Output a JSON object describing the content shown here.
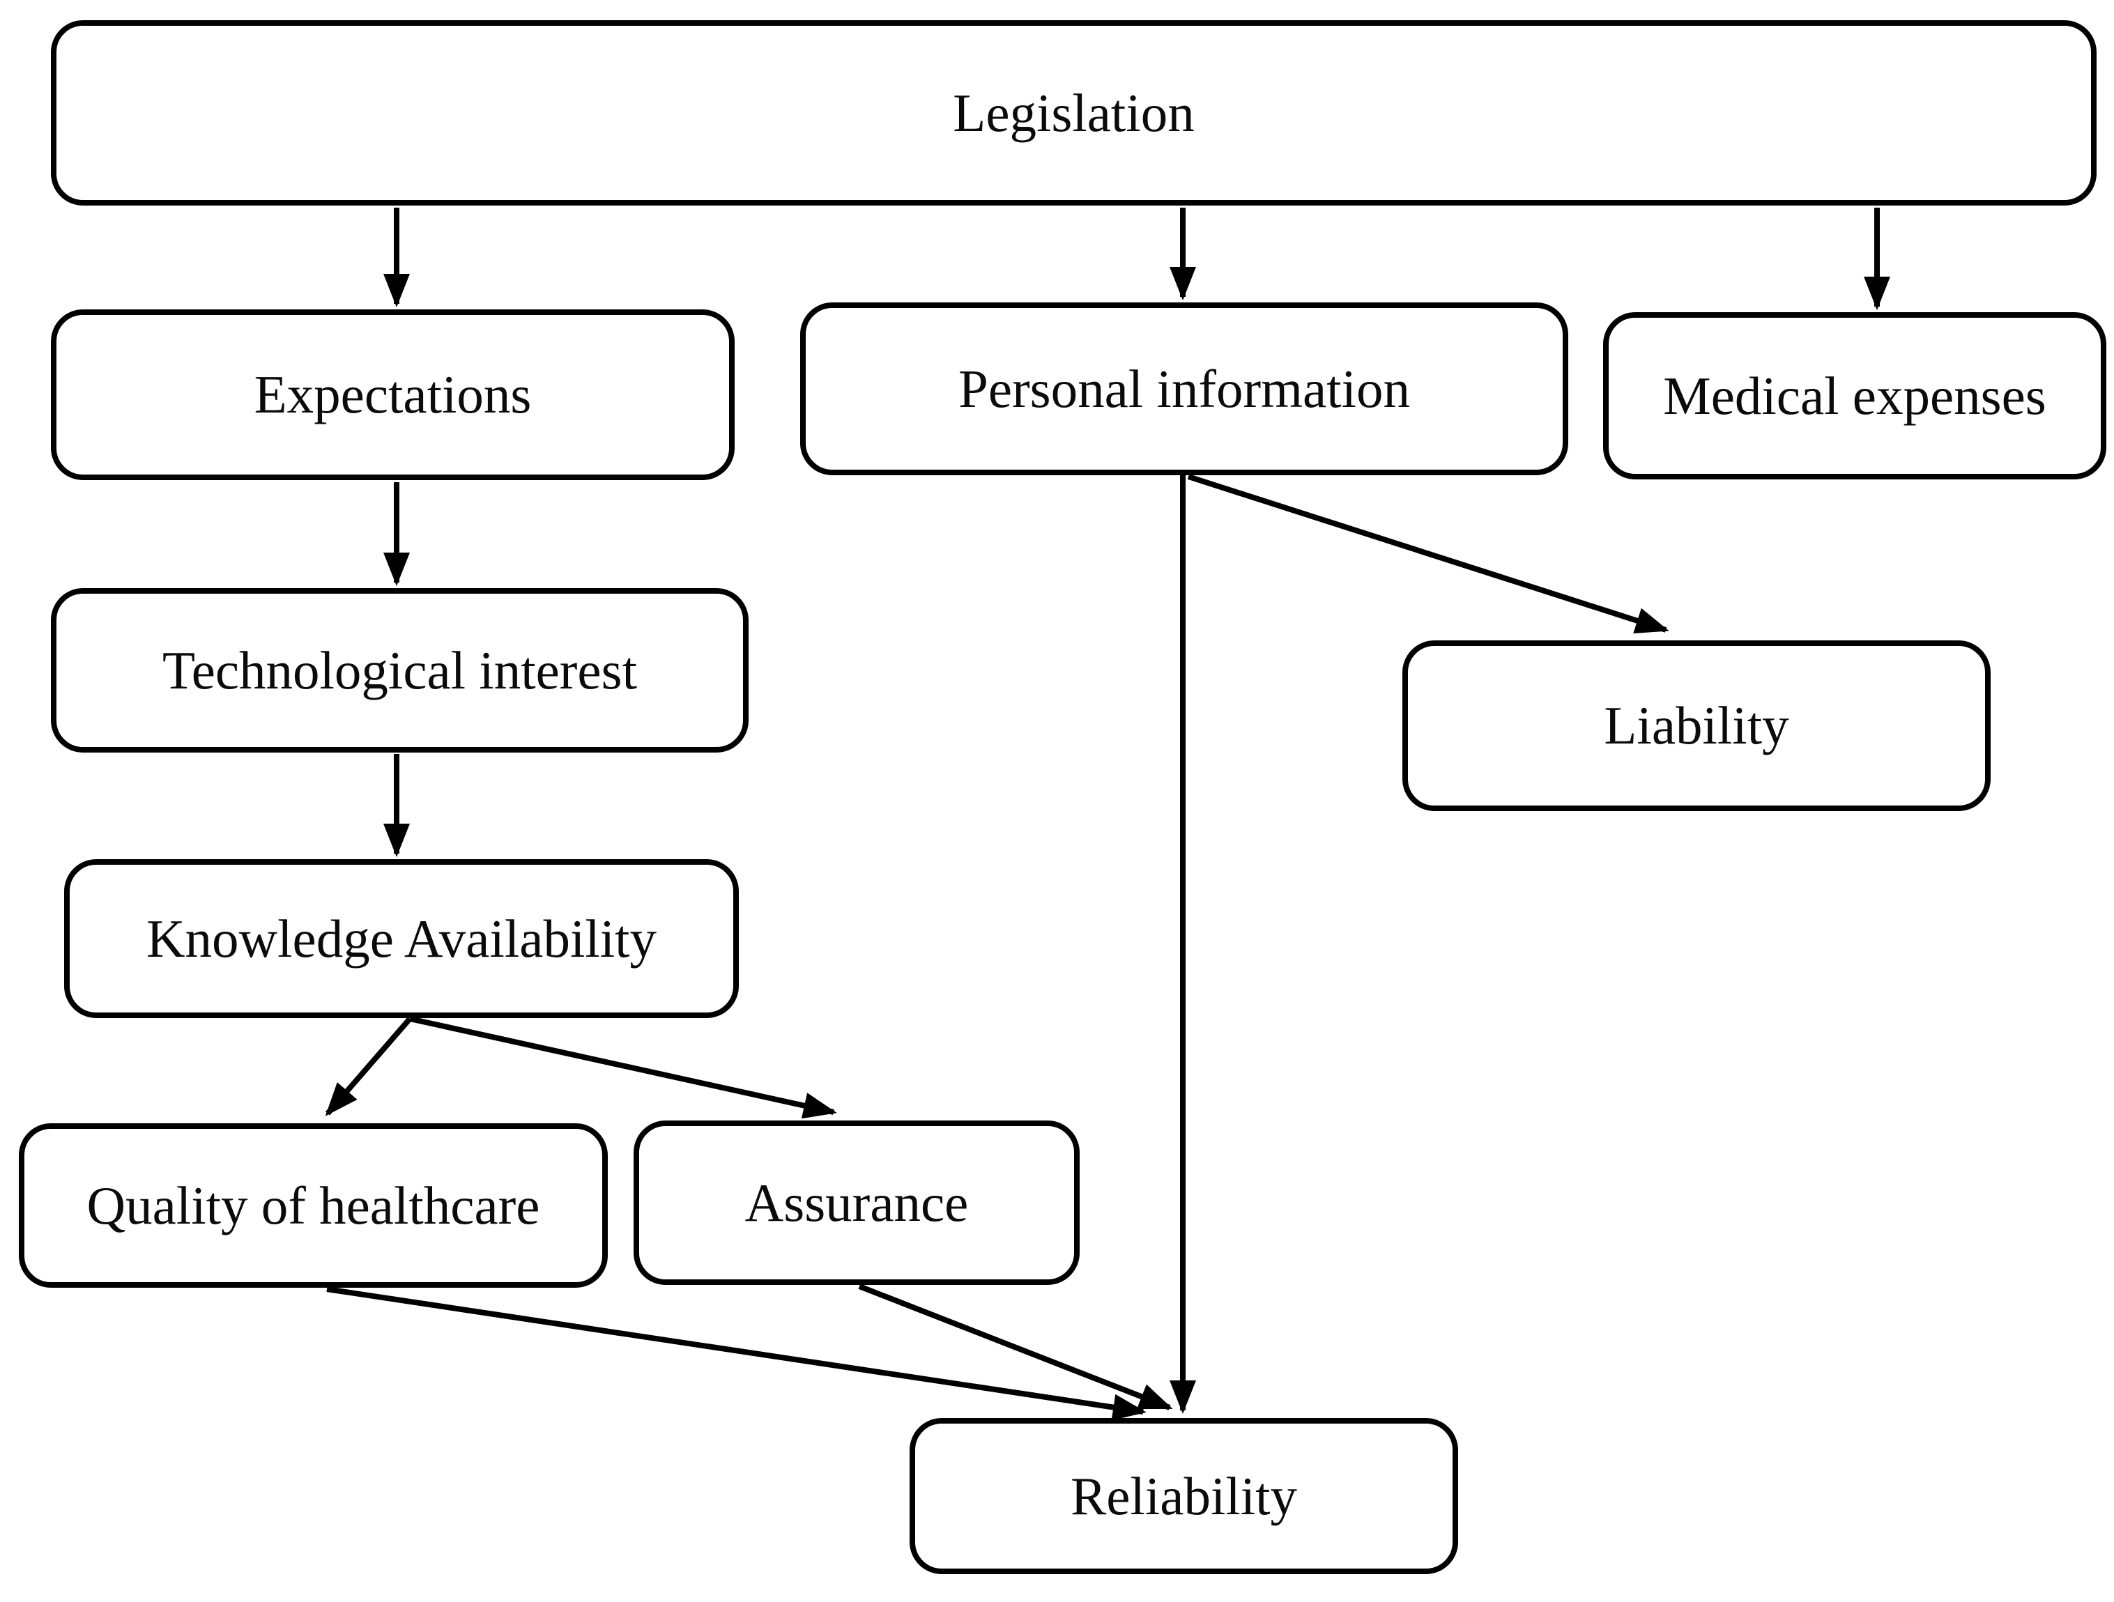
{
  "diagram": {
    "type": "flowchart",
    "colors": {
      "background": "#ffffff",
      "line": "#000000",
      "text": "#0b0b0b"
    },
    "nodes": {
      "legislation": {
        "label": "Legislation"
      },
      "expectations": {
        "label": "Expectations"
      },
      "personal_information": {
        "label": "Personal information"
      },
      "medical_expenses": {
        "label": "Medical expenses"
      },
      "technological_interest": {
        "label": "Technological interest"
      },
      "knowledge_availability": {
        "label": "Knowledge Availability"
      },
      "quality_of_healthcare": {
        "label": "Quality of healthcare"
      },
      "assurance": {
        "label": "Assurance"
      },
      "liability": {
        "label": "Liability"
      },
      "reliability": {
        "label": "Reliability"
      }
    },
    "edges": [
      {
        "from": "Legislation",
        "to": "Expectations"
      },
      {
        "from": "Legislation",
        "to": "Personal information"
      },
      {
        "from": "Legislation",
        "to": "Medical expenses"
      },
      {
        "from": "Expectations",
        "to": "Technological interest"
      },
      {
        "from": "Technological interest",
        "to": "Knowledge Availability"
      },
      {
        "from": "Knowledge Availability",
        "to": "Quality of healthcare"
      },
      {
        "from": "Knowledge Availability",
        "to": "Assurance"
      },
      {
        "from": "Personal information",
        "to": "Liability"
      },
      {
        "from": "Personal information",
        "to": "Reliability"
      },
      {
        "from": "Quality of healthcare",
        "to": "Reliability"
      },
      {
        "from": "Assurance",
        "to": "Reliability"
      }
    ]
  }
}
